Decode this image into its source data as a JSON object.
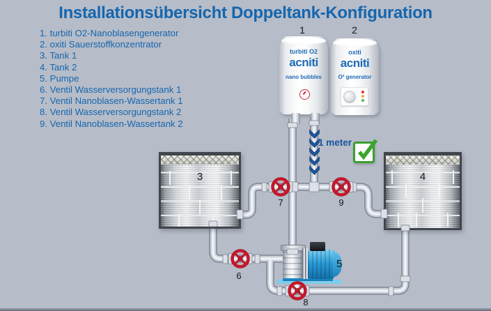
{
  "title": "Installationsübersicht Doppeltank-Konfiguration",
  "legend": {
    "items": [
      {
        "num": "1.",
        "label": "turbiti O2-Nanoblasengenerator"
      },
      {
        "num": "2.",
        "label": "oxiti Sauerstoffkonzentrator"
      },
      {
        "num": "3.",
        "label": "Tank 1"
      },
      {
        "num": "4.",
        "label": "Tank 2"
      },
      {
        "num": "5.",
        "label": "Pumpe"
      },
      {
        "num": "6.",
        "label": "Ventil Wasserversorgungstank 1"
      },
      {
        "num": "7.",
        "label": "Ventil Nanoblasen-Wassertank 1"
      },
      {
        "num": "8.",
        "label": "Ventil Wasserversorgungstank 2"
      },
      {
        "num": "9.",
        "label": "Ventil Nanoblasen-Wassertank 2"
      }
    ]
  },
  "devices": {
    "generator": {
      "model": "turbiti O2",
      "brand": "acniti",
      "tagline": "nano bubbles"
    },
    "concentrator": {
      "model": "oxiti",
      "brand": "acniti",
      "tagline": "O² generator"
    }
  },
  "callouts": {
    "generator": "1",
    "concentrator": "2",
    "tank1": "3",
    "tank2": "4",
    "pump": "5",
    "valve6": "6",
    "valve7": "7",
    "valve8": "8",
    "valve9": "9"
  },
  "annotations": {
    "distance_label": "1 meter",
    "distance_check_icon": "green-checkmark",
    "flow_arrows_icon": "blue-down-chevrons"
  },
  "colors": {
    "background": "#b6bcc8",
    "accent_blue": "#1566ae",
    "valve_red": "#c4182b",
    "pump_blue": "#2b9cd8",
    "check_green": "#3aa62c",
    "pipe_gray": "#c9ced7",
    "chevron_blue": "#1d569f"
  }
}
